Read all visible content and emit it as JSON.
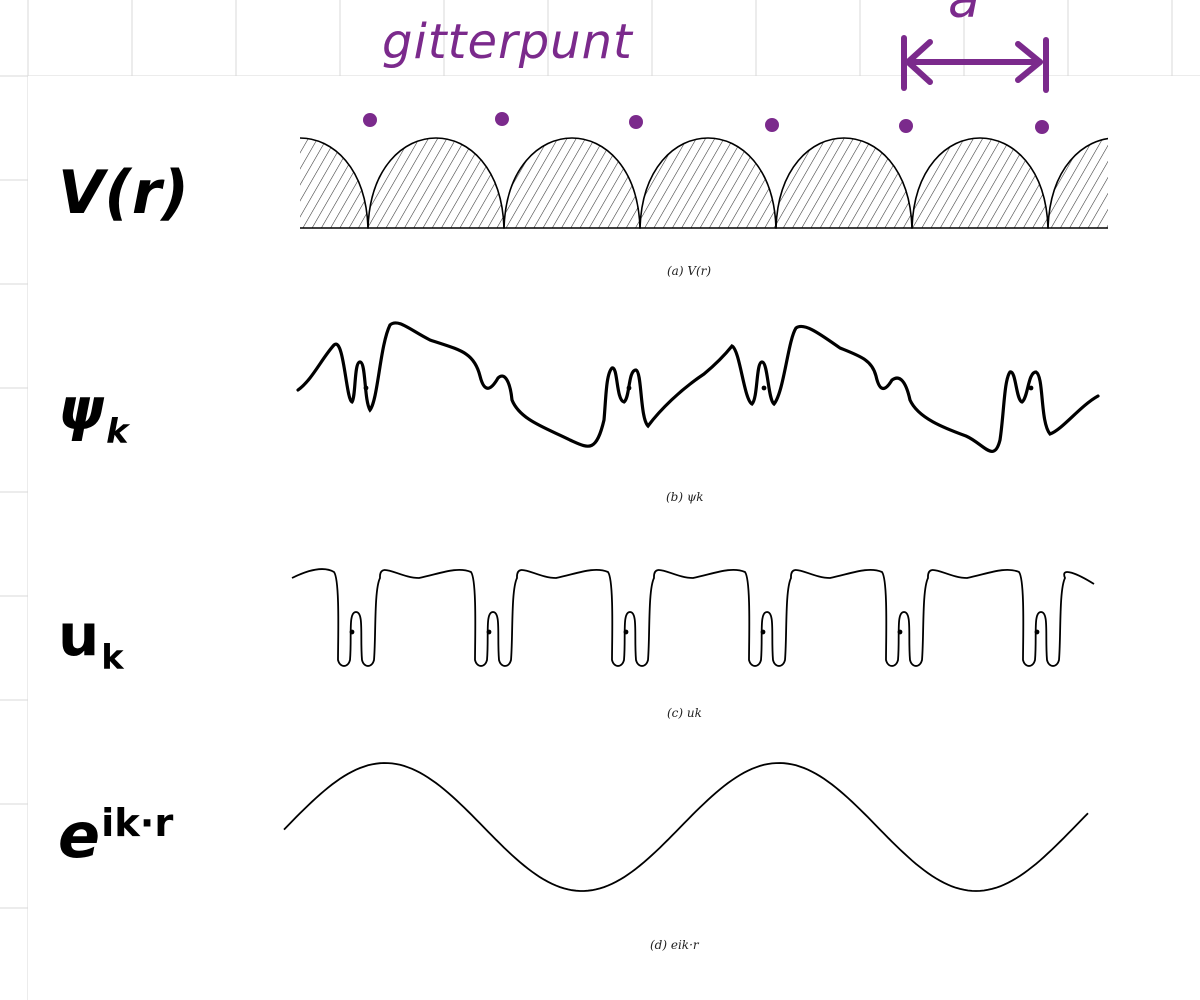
{
  "labels": {
    "potential": {
      "main": "V(r)"
    },
    "psi": {
      "main": "ψ",
      "sub": "k"
    },
    "u": {
      "main": "u",
      "sub": "k"
    },
    "plane_wave": {
      "main": "e",
      "sup": "ik·r"
    }
  },
  "captions": {
    "a": "(a)  V(r)",
    "b": "(b)  ψk",
    "c": "(c)  uk",
    "d": "(d)  eik·r"
  },
  "annotations": {
    "handwritten_word": "gitterpunt",
    "lattice_constant": "a"
  },
  "colors": {
    "ink": "#000000",
    "annotation": "#7b2a8c",
    "grid": "#d9d9d9"
  }
}
